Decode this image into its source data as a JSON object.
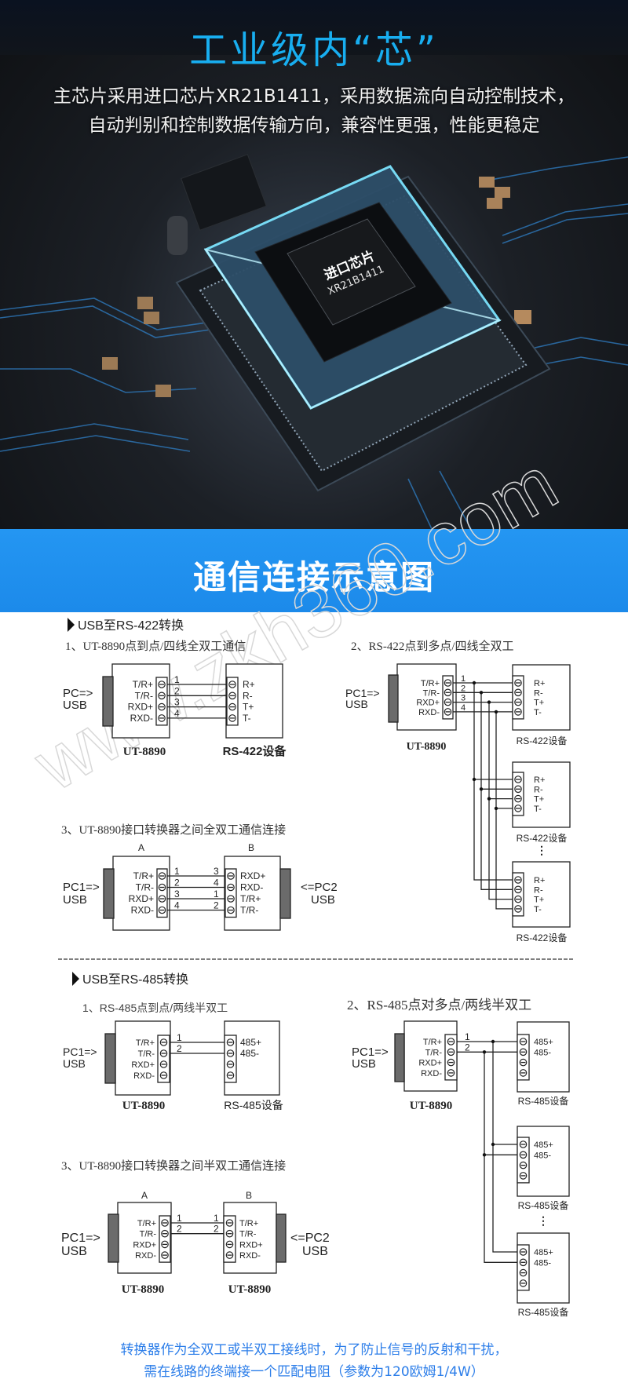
{
  "hero": {
    "title": "工业级内“芯”",
    "desc": [
      "主芯片采用进口芯片XR21B1411，采用数据流向自动控制技术，",
      "自动判别和控制数据传输方向，兼容性更强，性能更稳定"
    ],
    "chip_line1": "进口芯片",
    "chip_line2": "XR21B1411"
  },
  "banner": {
    "title": "通信连接示意图"
  },
  "watermark": "www.zkh360.com",
  "rs422": {
    "heading": "USB至RS-422转换",
    "d1": {
      "title": "1、UT-8890点到点/四线全双工通信",
      "pc": "PC=>",
      "usb": "USB",
      "converter_pins": [
        "T/R+",
        "T/R-",
        "RXD+",
        "RXD-"
      ],
      "device_pins": [
        "R+",
        "R-",
        "T+",
        "T-"
      ],
      "wires": [
        "1",
        "2",
        "3",
        "4"
      ],
      "converter_label": "UT-8890",
      "device_label": "RS-422设备"
    },
    "d2": {
      "title": "2、RS-422点到多点/四线全双工",
      "pc": "PC1=>",
      "usb": "USB",
      "converter_pins": [
        "T/R+",
        "T/R-",
        "RXD+",
        "RXD-"
      ],
      "device_pins": [
        "R+",
        "R-",
        "T+",
        "T-"
      ],
      "wires": [
        "1",
        "2",
        "3",
        "4"
      ],
      "converter_label": "UT-8890",
      "device_labels": [
        "RS-422设备",
        "RS-422设备",
        "RS-422设备"
      ],
      "ellipsis": "⋮"
    },
    "d3": {
      "title": "3、UT-8890接口转换器之间全双工通信连接",
      "a": "A",
      "b": "B",
      "pc1": "PC1=>",
      "pc2": "<=PC2",
      "usb": "USB",
      "a_pins": [
        "T/R+",
        "T/R-",
        "RXD+",
        "RXD-"
      ],
      "b_pins": [
        "RXD+",
        "RXD-",
        "T/R+",
        "T/R-"
      ],
      "a_wires": [
        "1",
        "2",
        "3",
        "4"
      ],
      "b_wires": [
        "3",
        "4",
        "1",
        "2"
      ]
    }
  },
  "rs485": {
    "heading": "USB至RS-485转换",
    "d1": {
      "title": "1、RS-485点到点/两线半双工",
      "pc": "PC1=>",
      "usb": "USB",
      "converter_pins": [
        "T/R+",
        "T/R-",
        "RXD+",
        "RXD-"
      ],
      "device_pins": [
        "485+",
        "485-"
      ],
      "wires": [
        "1",
        "2"
      ],
      "converter_label": "UT-8890",
      "device_label": "RS-485设备"
    },
    "d2": {
      "title": "2、RS-485点对多点/两线半双工",
      "pc": "PC1=>",
      "usb": "USB",
      "converter_pins": [
        "T/R+",
        "T/R-",
        "RXD+",
        "RXD-"
      ],
      "device_pins": [
        "485+",
        "485-"
      ],
      "wires": [
        "1",
        "2"
      ],
      "converter_label": "UT-8890",
      "device_labels": [
        "RS-485设备",
        "RS-485设备",
        "RS-485设备"
      ],
      "ellipsis": "⋮"
    },
    "d3": {
      "title": "3、UT-8890接口转换器之间半双工通信连接",
      "a": "A",
      "b": "B",
      "pc1": "PC1=>",
      "pc2": "<=PC2",
      "usb": "USB",
      "a_pins": [
        "T/R+",
        "T/R-",
        "RXD+",
        "RXD-"
      ],
      "b_pins": [
        "T/R+",
        "T/R-",
        "RXD+",
        "RXD-"
      ],
      "a_wires": [
        "1",
        "2"
      ],
      "b_wires": [
        "1",
        "2"
      ],
      "a_label": "UT-8890",
      "b_label": "UT-8890"
    }
  },
  "note": [
    "转换器作为全双工或半双工接线时，为了防止信号的反射和干扰，",
    "需在线路的终端接一个匹配电阻（参数为120欧姆1/4W）"
  ],
  "colors": {
    "title_cyan": "#18aef0",
    "banner_blue": "#2496f2",
    "note_blue": "#2b7de9"
  }
}
